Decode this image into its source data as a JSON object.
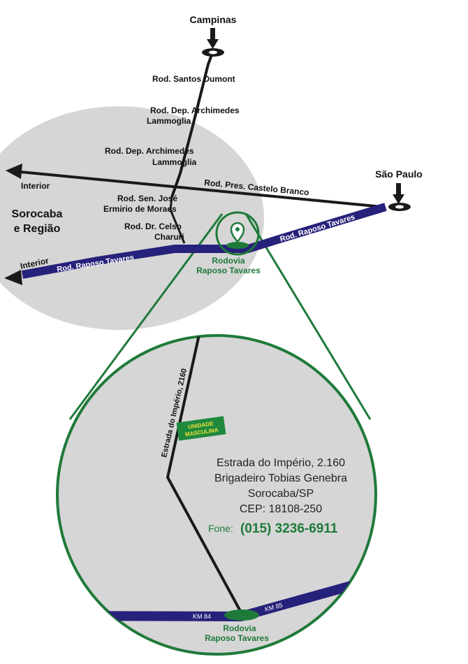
{
  "cities": {
    "campinas": "Campinas",
    "sao_paulo": "São Paulo"
  },
  "region": {
    "line1": "Sorocaba",
    "line2": "e Região"
  },
  "roads": {
    "santos_dumont": "Rod. Santos Dumont",
    "archimedes_upper_1": "Rod. Dep. Archimedes",
    "archimedes_upper_2": "Lammoglia",
    "archimedes_lower_1": "Rod. Dep. Archimedes",
    "archimedes_lower_2": "Lammoglia",
    "castelo_branco": "Rod. Pres. Castelo Branco",
    "sen_jose_1": "Rod. Sen. José",
    "sen_jose_2": "Ermirio de Moraes",
    "celso_1": "Rod. Dr. Celso",
    "celso_2": "Charuri",
    "raposo_left": "Rod. Raposo Tavares",
    "raposo_right": "Rod. Raposo Tavares",
    "interior_upper": "Interior",
    "interior_lower": "Interior"
  },
  "location": {
    "name_line1": "Rodovia",
    "name_line2": "Raposo Tavares"
  },
  "detail": {
    "estrada_label": "Estrada do Império, 2160",
    "unit_line1": "UNIDADE",
    "unit_line2": "MASCULINA",
    "km84": "KM 84",
    "km85": "KM 85",
    "bottom_line1": "Rodovia",
    "bottom_line2": "Raposo Tavares"
  },
  "address": {
    "line1": "Estrada do Império, 2.160",
    "line2": "Brigadeiro Tobias Genebra",
    "line3": "Sorocaba/SP",
    "line4": "CEP: 18108-250",
    "fone_label": "Fone:",
    "fone_number": "(015) 3236-6911"
  },
  "colors": {
    "highway": "#26217a",
    "road": "#1a1a1a",
    "green": "#1f7a3a",
    "area": "#d6d6d6"
  }
}
